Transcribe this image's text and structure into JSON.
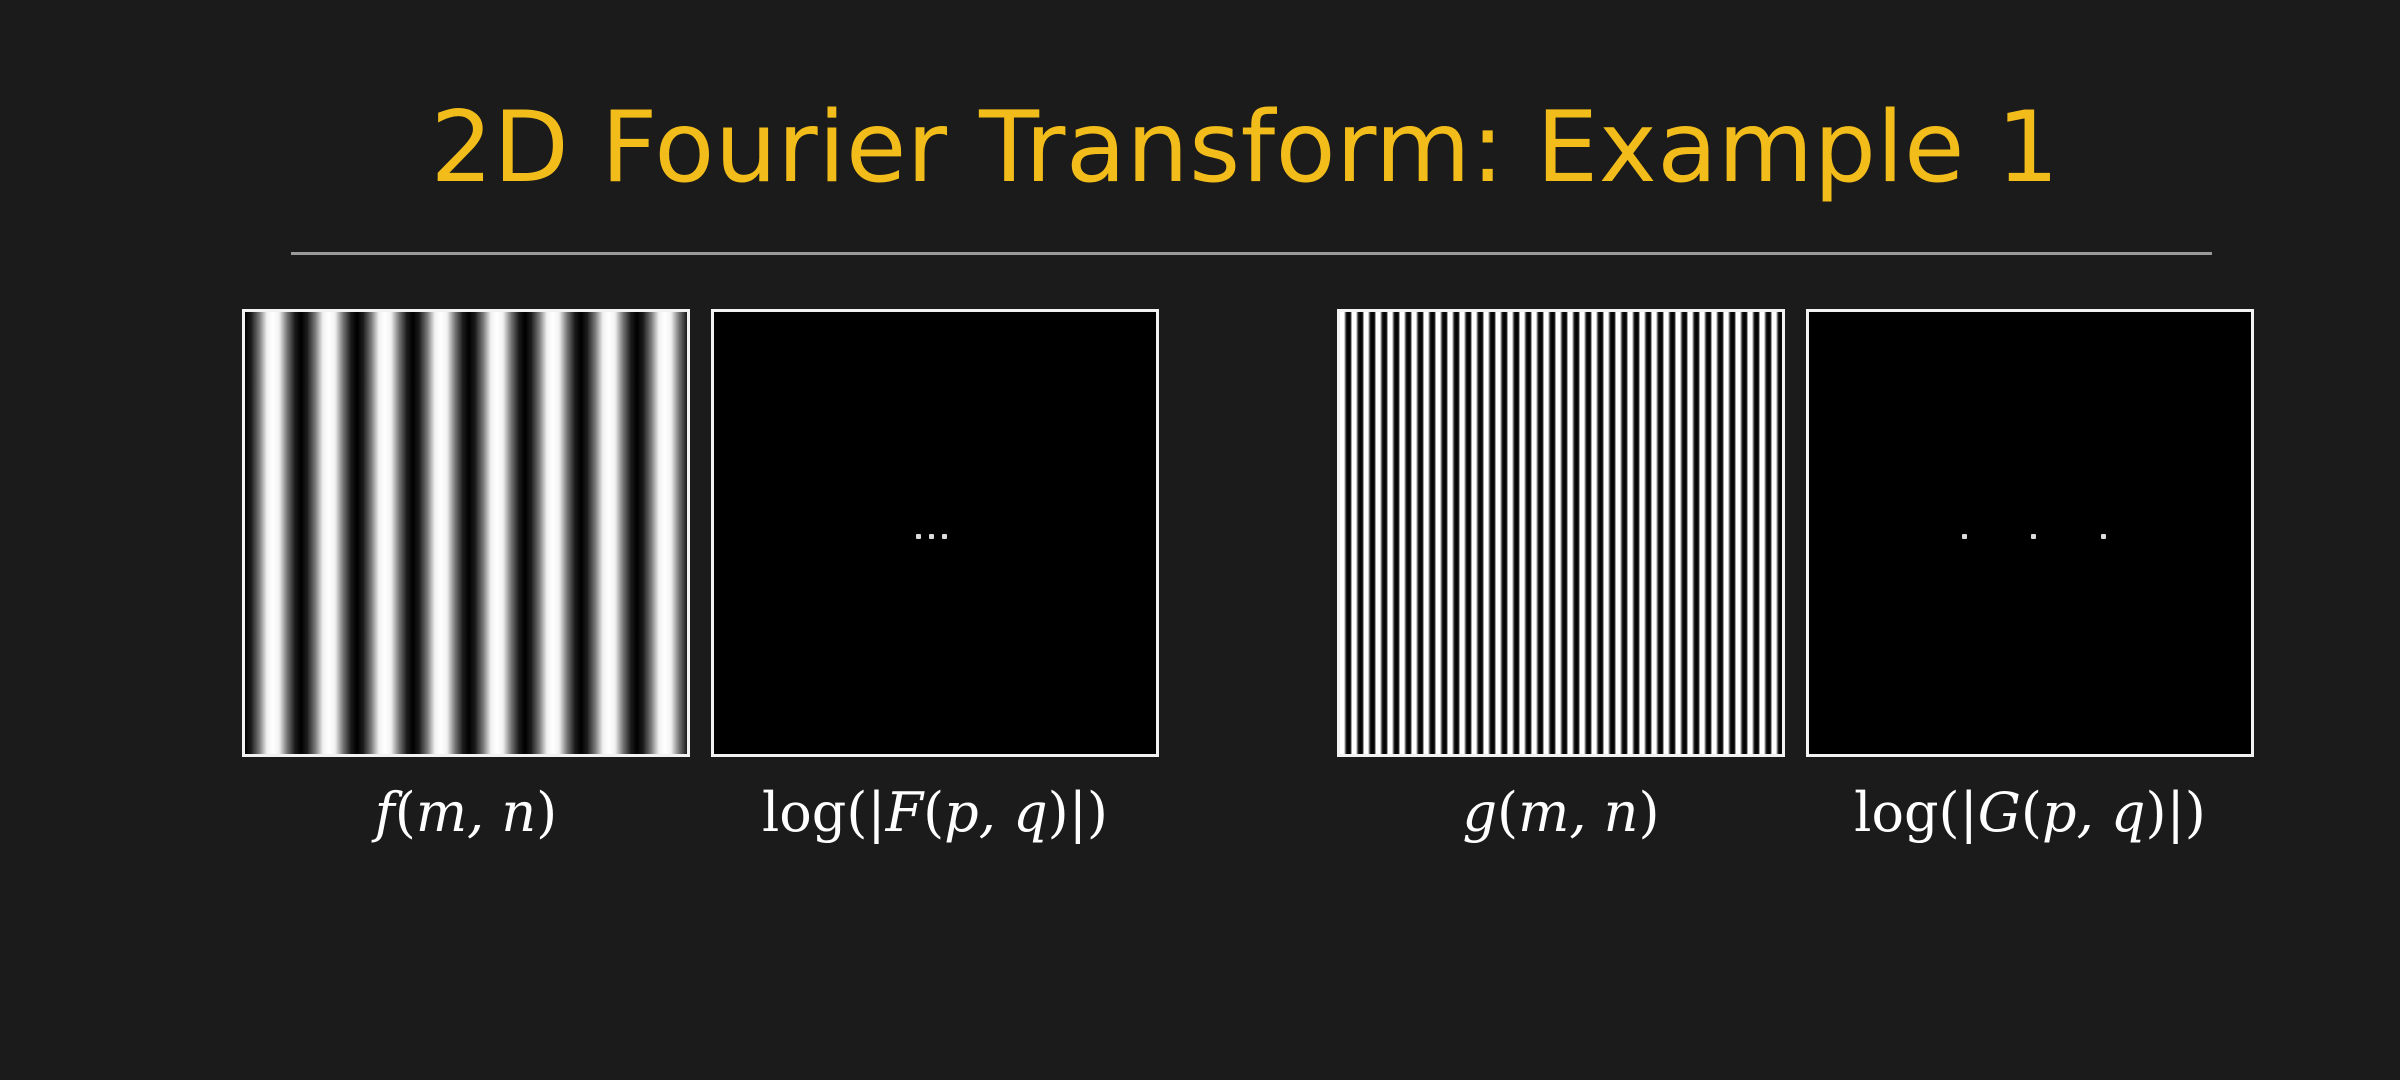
{
  "slide": {
    "title": "2D Fourier Transform: Example 1",
    "title_color": "#f2bd1a",
    "background_color": "#1b1b1b"
  },
  "panels": [
    {
      "label_func": "f",
      "label_args": "m, n",
      "content": "low-frequency vertical stripes"
    },
    {
      "label_prefix": "log(|",
      "label_func": "F",
      "label_args": "p, q",
      "label_suffix": "|)",
      "content": "spectrum with three closely spaced dots"
    },
    {
      "label_func": "g",
      "label_args": "m, n",
      "content": "high-frequency vertical stripes"
    },
    {
      "label_prefix": "log(|",
      "label_func": "G",
      "label_args": "p, q",
      "label_suffix": "|)",
      "content": "spectrum with three widely spaced dots"
    }
  ]
}
